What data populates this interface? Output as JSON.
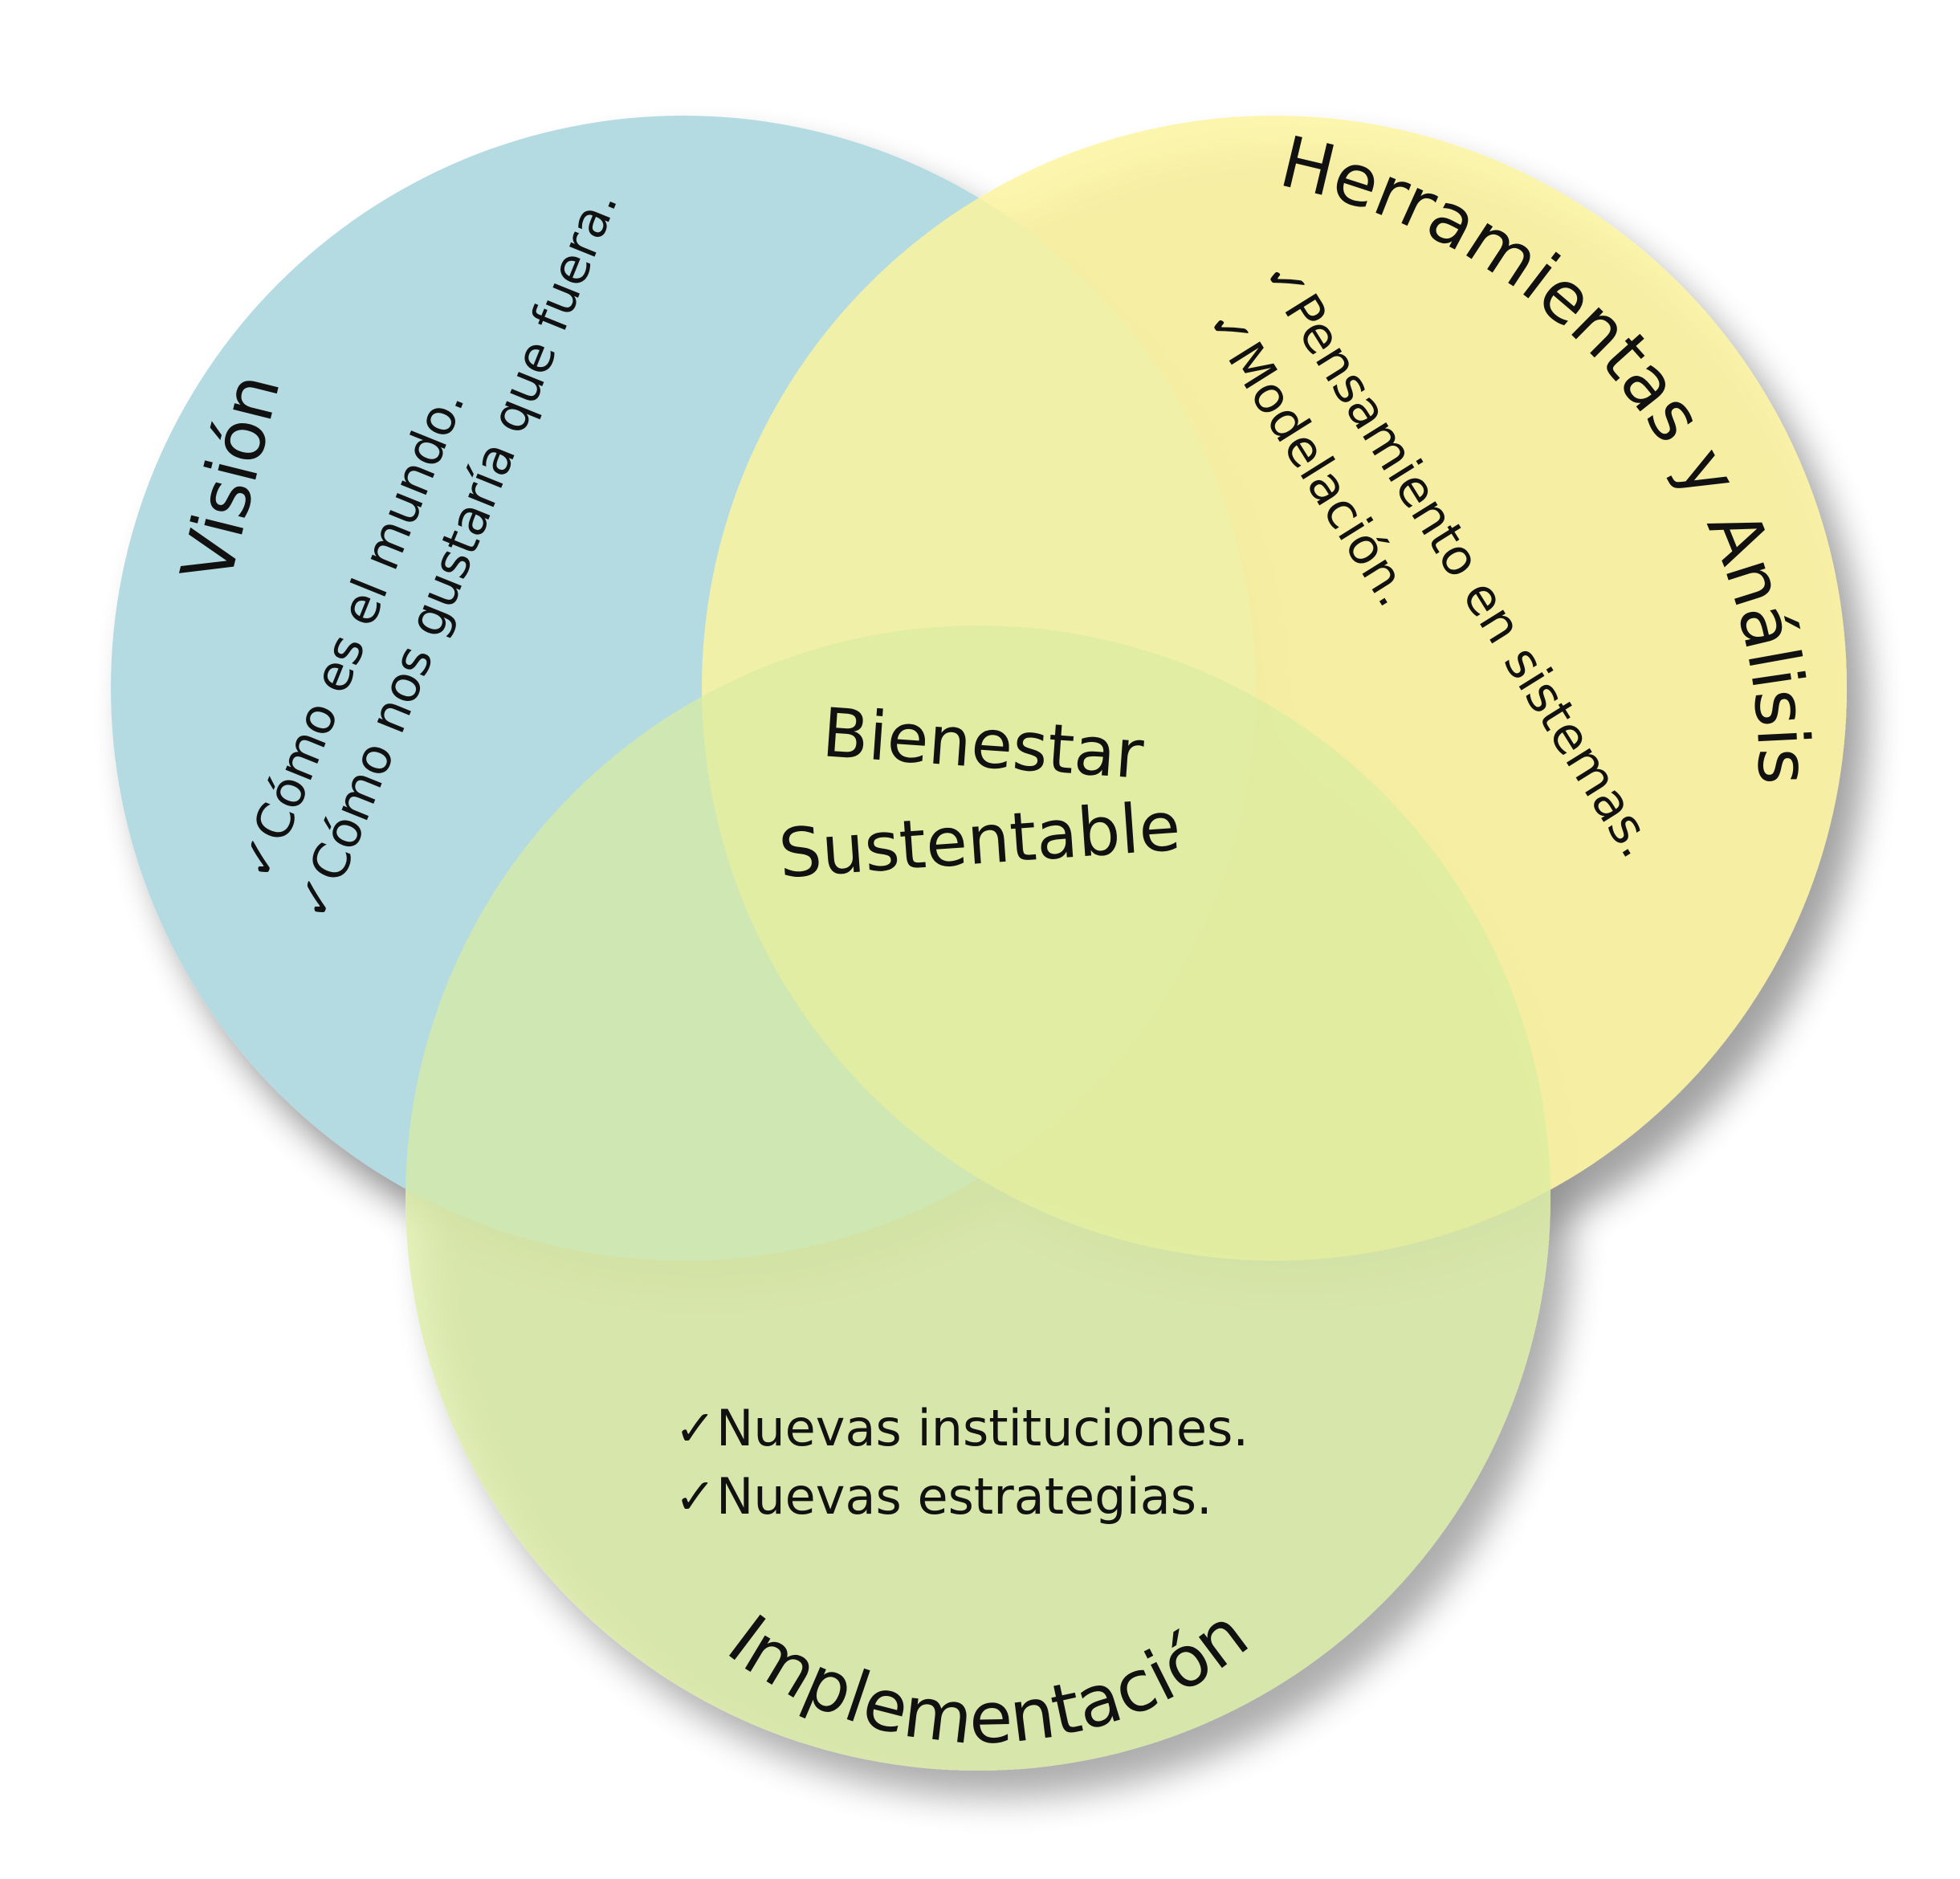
{
  "colors": {
    "vision": "#b4dbe2",
    "herramientas": "#fdf49c",
    "implementacion": "#d9eca0",
    "text": "#111111"
  },
  "vision": {
    "title": "Visión",
    "items": [
      "✓Cómo es el mundo.",
      "✓Cómo nos gustaría que fuera."
    ]
  },
  "herramientas": {
    "title": "Herramientas y Análisis",
    "items": [
      "✓Pensamiento en sistemas.",
      "✓Modelación."
    ]
  },
  "implementacion": {
    "title": "Implementación",
    "items": [
      "✓Nuevas instituciones.",
      "✓Nuevas estrategias."
    ]
  },
  "center": {
    "line1": "Bienestar",
    "line2": "Sustentable"
  }
}
